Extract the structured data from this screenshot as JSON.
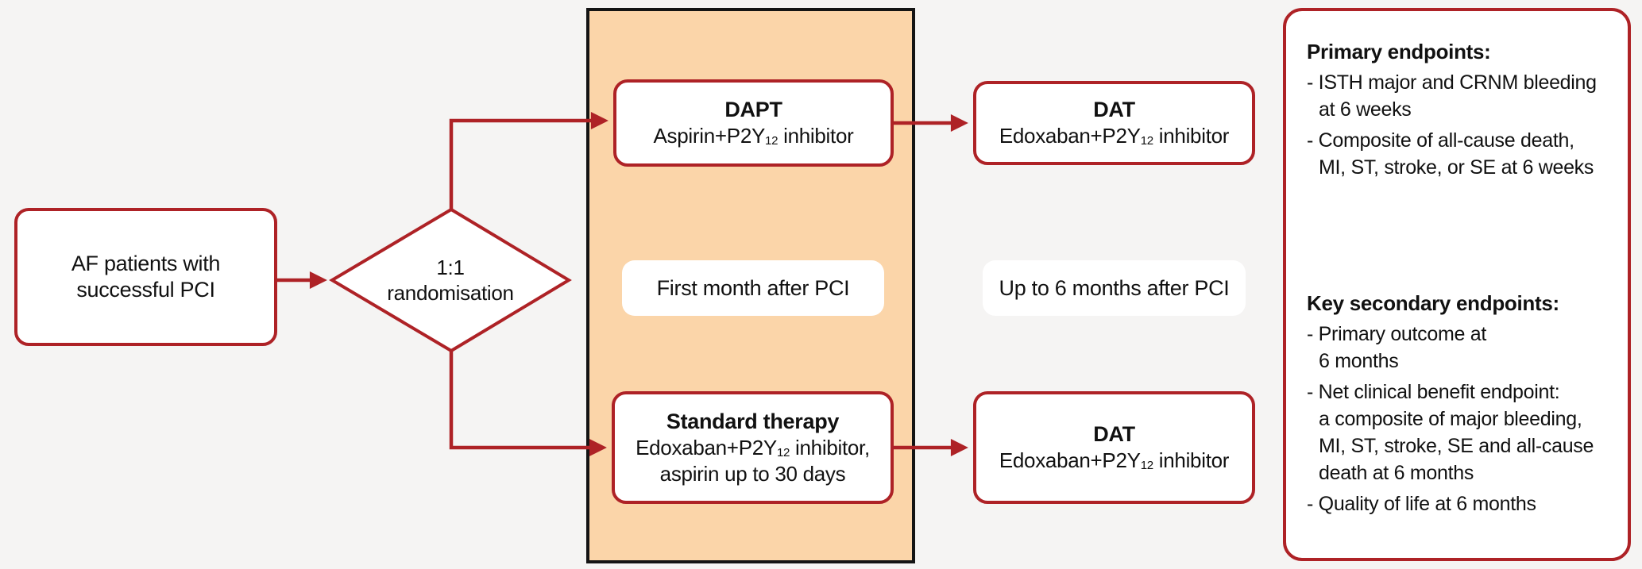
{
  "figure": {
    "type": "clinical-trial-flowchart",
    "colors": {
      "accent_red": "#ae2226",
      "phase_orange": "#fbd5a9",
      "background_gray": "#f5f4f3",
      "region_border_black": "#141414"
    }
  },
  "nodes": {
    "patients": {
      "line1": "AF patients with",
      "line2": "successful PCI"
    },
    "randomisation": {
      "line1": "1:1",
      "line2": "randomisation"
    },
    "dapt": {
      "title": "DAPT",
      "drug_pre": "Aspirin+P2Y",
      "drug_sub": "12",
      "drug_post": " inhibitor"
    },
    "dat_top": {
      "title": "DAT",
      "drug_pre": "Edoxaban+P2Y",
      "drug_sub": "12",
      "drug_post": " inhibitor"
    },
    "standard": {
      "title": "Standard therapy",
      "drug_pre": "Edoxaban+P2Y",
      "drug_sub": "12",
      "drug_post": " inhibitor,",
      "line3": "aspirin up to 30 days"
    },
    "dat_bottom": {
      "title": "DAT",
      "drug_pre": "Edoxaban+P2Y",
      "drug_sub": "12",
      "drug_post": " inhibitor"
    }
  },
  "timeline": {
    "first_month": "First month after PCI",
    "six_months": "Up to 6 months after PCI"
  },
  "endpoints": {
    "primary_title": "Primary endpoints:",
    "primary_lines": [
      "- ISTH major and CRNM bleeding",
      "at 6 weeks",
      "- Composite of all-cause death,",
      "MI, ST, stroke, or SE at 6 weeks"
    ],
    "secondary_title": "Key secondary endpoints:",
    "secondary_lines": [
      "- Primary outcome at",
      "6 months",
      "- Net clinical benefit endpoint:",
      "a composite of major bleeding,",
      "MI, ST, stroke, SE and all-cause",
      "death at 6 months",
      "- Quality of life at 6 months"
    ]
  }
}
